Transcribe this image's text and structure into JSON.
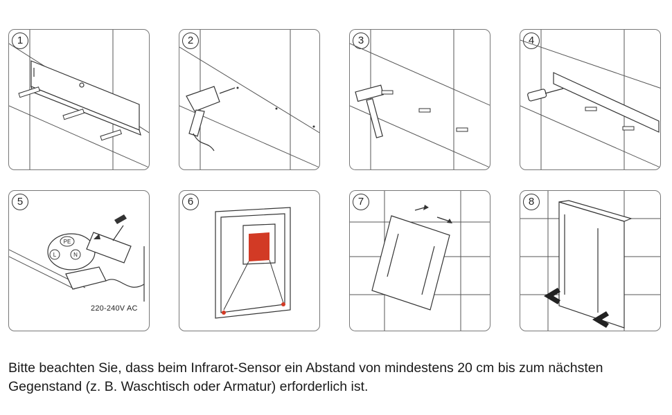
{
  "steps": [
    {
      "number": "1"
    },
    {
      "number": "2"
    },
    {
      "number": "3"
    },
    {
      "number": "4"
    },
    {
      "number": "5",
      "terminal_labels": [
        "PE",
        "L",
        "N"
      ],
      "voltage": "220-240V AC"
    },
    {
      "number": "6"
    },
    {
      "number": "7"
    },
    {
      "number": "8"
    }
  ],
  "note": "Bitte beachten Sie, dass beim Infrarot-Sensor ein Abstand von mindestens 20 cm bis zum nächsten Gegenstand (z. B. Waschtisch oder Armatur) erforderlich ist.",
  "colors": {
    "line": "#333333",
    "tile_line": "#555555",
    "accent": "#d23a25",
    "panel_border": "#777777"
  }
}
